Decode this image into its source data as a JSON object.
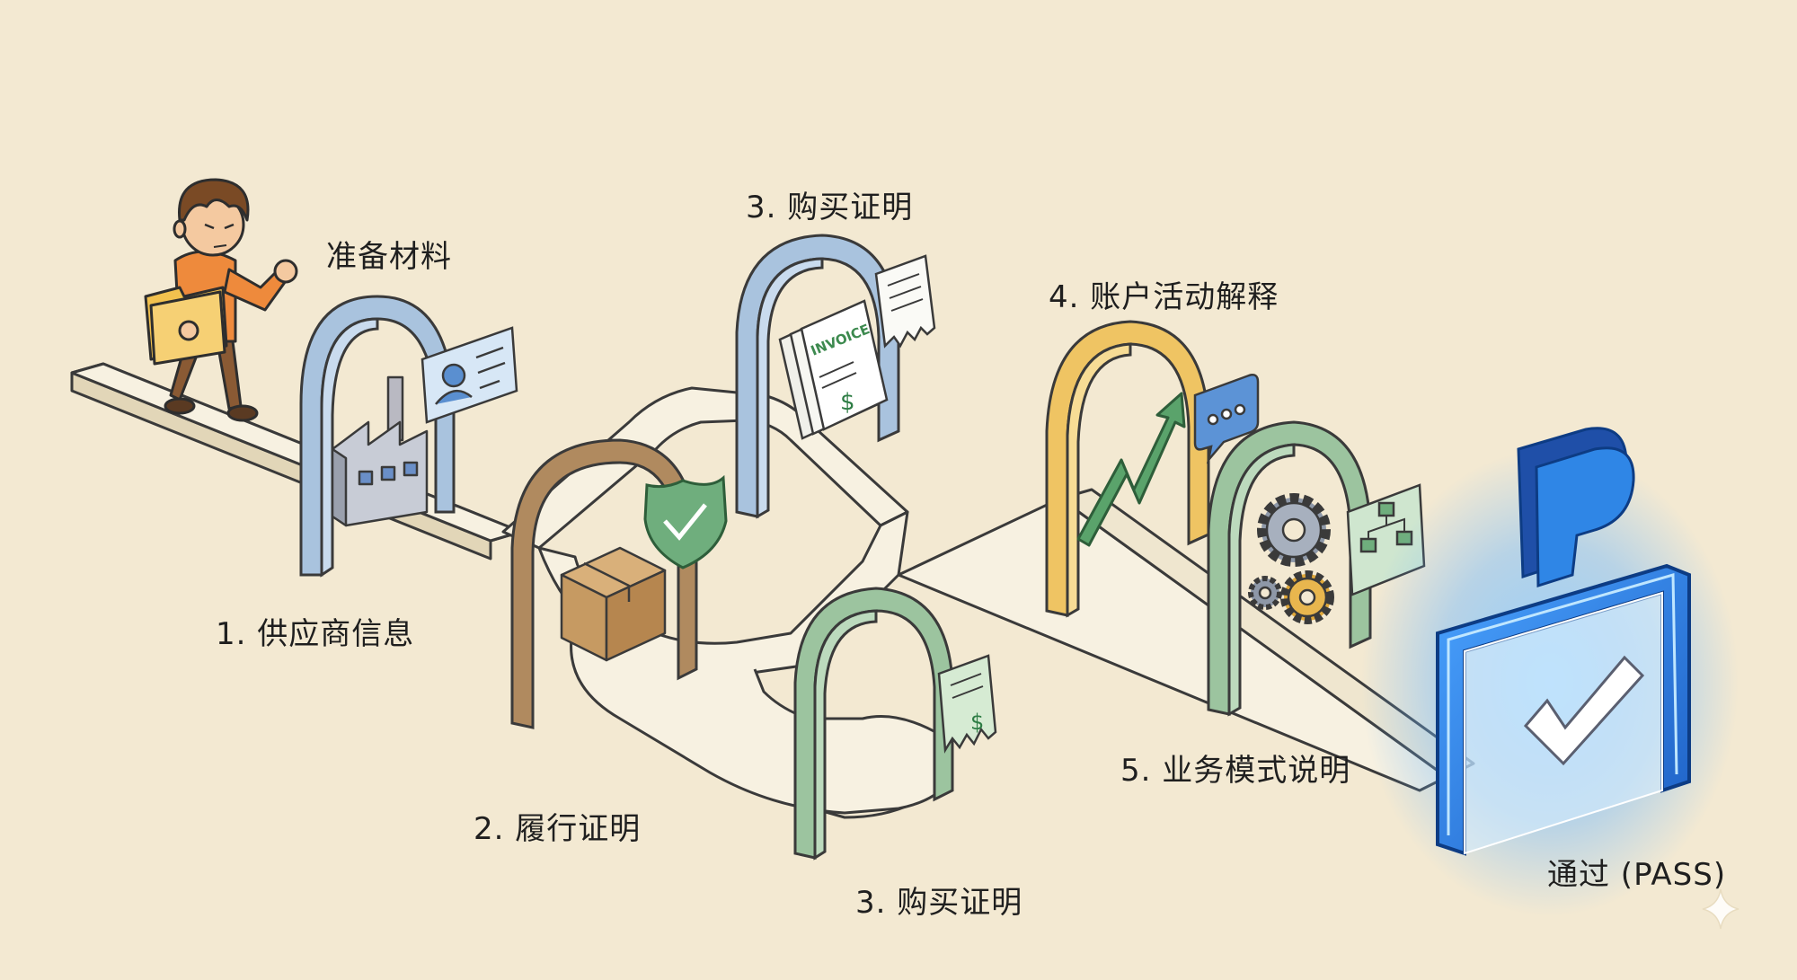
{
  "labels": {
    "prepare": "准备材料",
    "step1": "1. 供应商信息",
    "step2": "2. 履行证明",
    "step3_top": "3. 购买证明",
    "step3_bottom": "3. 购买证明",
    "step4": "4. 账户活动解释",
    "step5": "5. 业务模式说明",
    "pass": "通过 (PASS)"
  },
  "invoice_text": "INVOICE",
  "dollar_sign": "$",
  "colors": {
    "background": "#f3e9d2",
    "path": "#f7f1e1",
    "path_edge": "#3a3a3a",
    "arch_blue": "#a9c3de",
    "arch_brown": "#b08a5f",
    "arch_green": "#9cc49f",
    "arch_yellow": "#efc463",
    "pass_gate": "#2e7be0",
    "pass_glow": "#7fc6ff"
  },
  "icons": [
    "person-with-folder-icon",
    "factory-icon",
    "id-card-icon",
    "shield-check-icon",
    "box-icon",
    "invoice-icon",
    "receipt-icon",
    "growth-arrow-icon",
    "chat-bubble-icon",
    "gears-icon",
    "flowchart-icon",
    "paypal-logo-icon",
    "checkmark-icon",
    "sparkle-icon"
  ]
}
